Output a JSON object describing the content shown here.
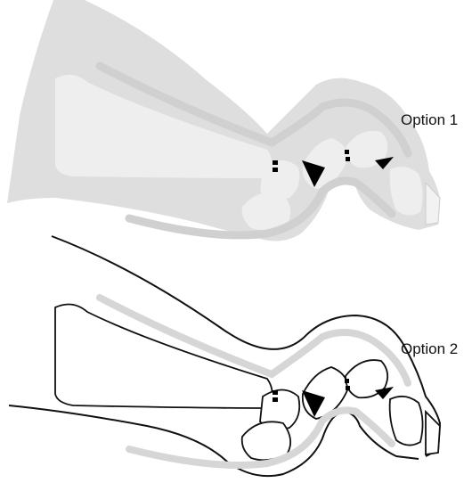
{
  "options": [
    {
      "label": "Option 1",
      "style": "shaded"
    },
    {
      "label": "Option 2",
      "style": "line-drawing"
    }
  ],
  "colors": {
    "soft_tissue": "#dedede",
    "bone": "#ebebeb",
    "tendon": "#cfcfcf",
    "outline": "#111111",
    "wedge": "#000000"
  }
}
